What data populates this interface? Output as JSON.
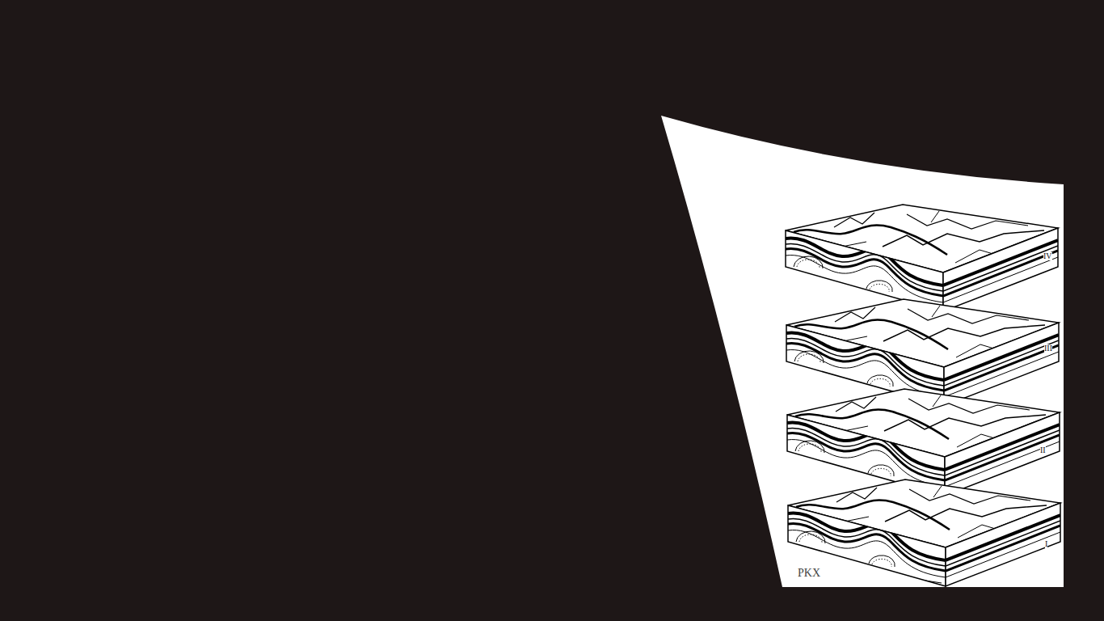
{
  "diagram": {
    "labels": [
      "IV",
      "III",
      "II",
      "I",
      "PKX"
    ]
  }
}
